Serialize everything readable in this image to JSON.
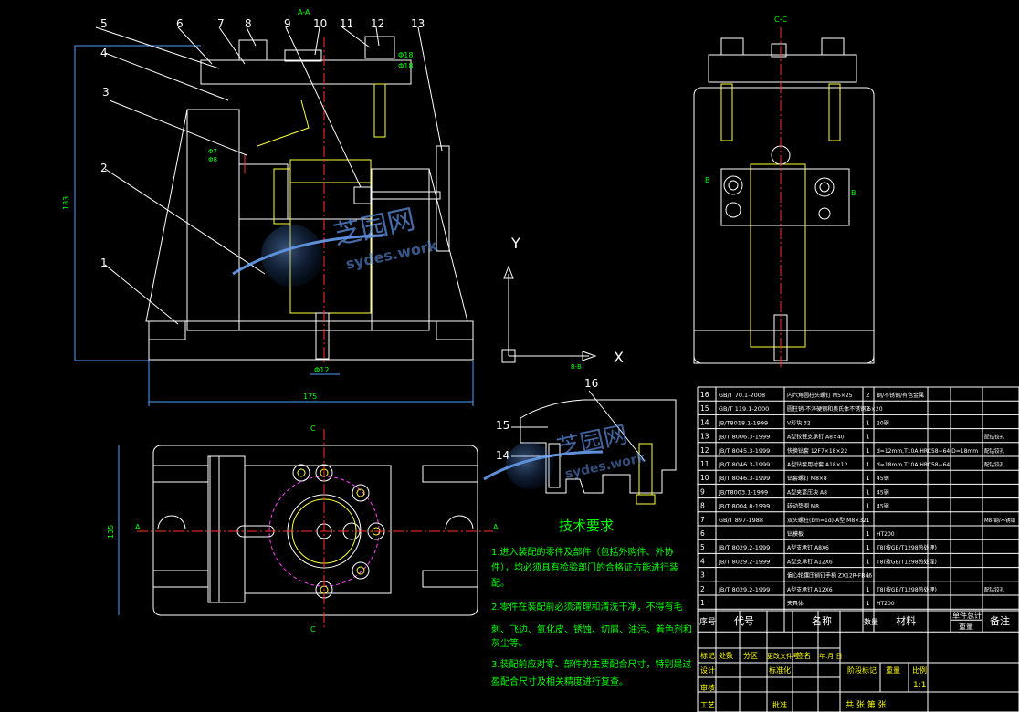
{
  "drawing": {
    "section_labels": {
      "aa": "A-A",
      "cc": "C-C",
      "bb": "B-B"
    },
    "balloons": [
      "1",
      "2",
      "3",
      "4",
      "5",
      "6",
      "7",
      "8",
      "9",
      "10",
      "11",
      "12",
      "13",
      "14",
      "15",
      "16"
    ],
    "dims": {
      "height": "183",
      "width": "175",
      "bottom_dim": "Φ12",
      "right_a": "Φ18",
      "right_b": "Φ18",
      "left_plan": "135",
      "small_a": "Φ7",
      "small_b": "Φ8"
    },
    "section_marks": {
      "a_left": "A",
      "a_right": "A",
      "c_top": "C",
      "c_bottom": "C",
      "b_left": "B",
      "b_right": "B"
    },
    "axes": {
      "y": "Y",
      "x": "X"
    },
    "watermark": {
      "brand": "芝园网",
      "site": "sydes.work"
    }
  },
  "tech": {
    "title": "技术要求",
    "lines": [
      "1.进入装配的零件及部件（包括外购件、外协",
      "件），均必须具有检验部门的合格证方能进行装",
      "配。",
      "2.零件在装配前必须清理和清洗干净，不得有毛",
      "刺、飞边、氧化皮、锈蚀、切屑、油污、着色剂和",
      "灰尘等。",
      "3.装配前应对零、部件的主要配合尺寸，特别是过",
      "盈配合尺寸及相关精度进行复查。"
    ]
  },
  "bom": {
    "rows": [
      [
        "16",
        "GB/T 70.1-2008",
        "内六角圆柱头螺钉 M5×25",
        "2",
        "钢/不锈钢/有色金属",
        ""
      ],
      [
        "15",
        "GB/T 119.1-2000",
        "圆柱销-不淬硬钢和奥氏体不锈钢 6×20",
        "2",
        "",
        ""
      ],
      [
        "14",
        "JB/T8018.1-1999",
        "V形块 32",
        "1",
        "20钢",
        ""
      ],
      [
        "13",
        "JB/T 8006.3-1999",
        "A型铰链支承钉 A8×40",
        "1",
        "",
        "配钻铰孔"
      ],
      [
        "12",
        "JB/T 8045.3-1999",
        "快换钻套 12F7×18×22",
        "1",
        "d=12mm,T10A,HRC58~64,D=18mm",
        "配钻铰孔"
      ],
      [
        "11",
        "JB/T 8046.3-1999",
        "A型钻套用衬套 A18×12",
        "1",
        "d=18mm,T10A,HRC58~64",
        "配钻铰孔"
      ],
      [
        "10",
        "JB/T 8046.3-1999",
        "钻套螺钉 M8×8",
        "1",
        "45钢",
        ""
      ],
      [
        "9",
        "JB/T8003.1-1999",
        "A型夹紧压块 A8",
        "1",
        "45钢",
        ""
      ],
      [
        "8",
        "JB/T 8004.8-1999",
        "转动垫圈 M8",
        "1",
        "45钢",
        ""
      ],
      [
        "7",
        "GB/T 897-1988",
        "双头螺柱(bm=1d)-A型 M8×32",
        "1",
        "",
        "M8-钢/不锈钢"
      ],
      [
        "6",
        "",
        "钻模板",
        "1",
        "HT200",
        ""
      ],
      [
        "5",
        "JB/T 8029.2-1999",
        "A型支承钉 A8X6",
        "1",
        "T8(按GB/T1298热处理)",
        ""
      ],
      [
        "4",
        "JB/T 8029.2-1999",
        "A型支承钉 A12X6",
        "1",
        "T8(按GB/T1298热处理)",
        ""
      ],
      [
        "3",
        "",
        "偏心轮镶压销钉手柄 ZX12R-FB46",
        "1",
        "",
        ""
      ],
      [
        "2",
        "JB/T 8029.2-1999",
        "A型支承钉 A12X6",
        "1",
        "T8(按GB/T1298热处理)",
        "配钻铰孔"
      ],
      [
        "1",
        "",
        "夹具体",
        "1",
        "HT200",
        ""
      ]
    ],
    "header": {
      "seq": "序号",
      "code": "代号",
      "name": "名称",
      "qty": "数量",
      "material": "材料",
      "unit_w": "单件",
      "total_w": "总计",
      "weight": "重量",
      "remark": "备注"
    },
    "title_block": {
      "mark": "标记",
      "count": "处数",
      "zone": "分区",
      "doc": "更改文件号",
      "sign": "签名",
      "date": "年.月.日",
      "design": "设计",
      "std": "标准化",
      "check": "审核",
      "process": "工艺",
      "approve": "批准",
      "stage": "阶段标记",
      "weight": "重量",
      "scale": "比例",
      "scale_val": "1:1",
      "sheets": "共  张  第  张"
    }
  }
}
